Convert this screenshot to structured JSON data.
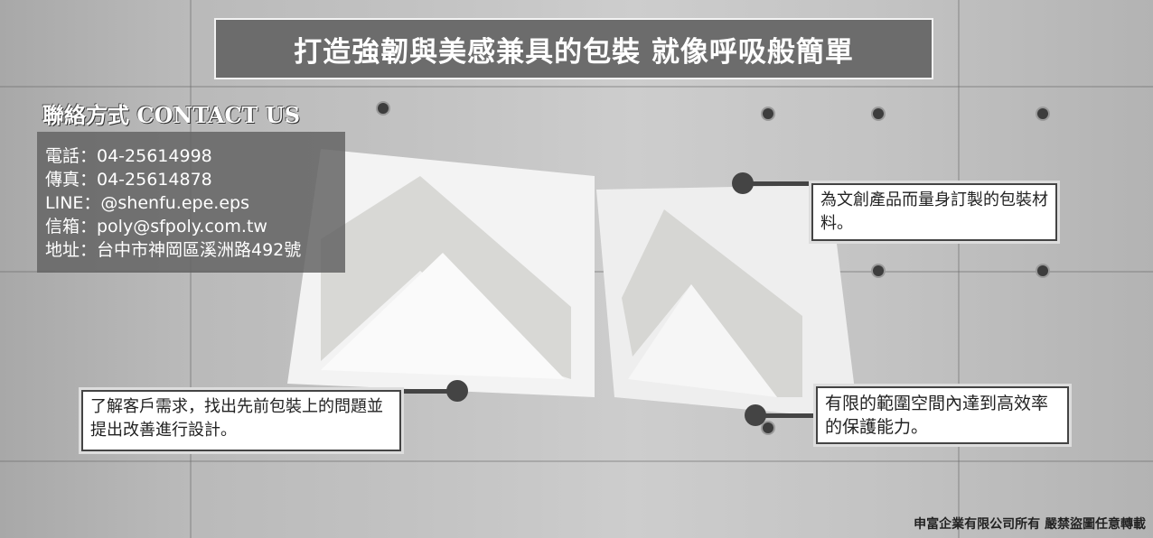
{
  "title": "打造強韌與美感兼具的包裝 就像呼吸般簡單",
  "contact": {
    "heading": "聯絡方式 CONTACT US",
    "lines": [
      "電話：04-25614998",
      "傳真：04-25614878",
      "LINE：@shenfu.epe.eps",
      "信箱：poly@sfpoly.com.tw",
      "地址：台中市神岡區溪洲路492號"
    ]
  },
  "callouts": [
    "為文創產品而量身訂製的包裝材料。",
    "了解客戶需求，找出先前包裝上的問題並提出改善進行設計。",
    "有限的範圍空間內達到高效率的保護能力。"
  ],
  "footer": "申富企業有限公司所有 嚴禁盜圖任意轉載"
}
